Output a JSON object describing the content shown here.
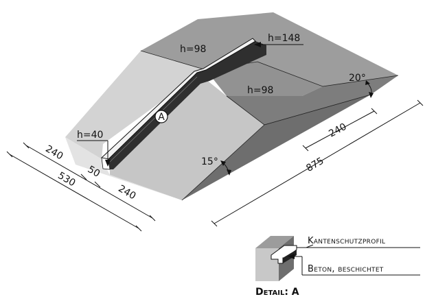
{
  "labels": {
    "h_top_left": "h=98",
    "h_top_right": "h=148",
    "h_mid": "h=98",
    "h_start": "h=40",
    "detail_marker": "A",
    "angle_right": "20°",
    "angle_front": "15°",
    "dim_right_inner": "240",
    "dim_right_outer": "875",
    "dim_left_a": "240",
    "dim_left_b": "50",
    "dim_left_c": "240",
    "dim_left_total": "530"
  },
  "detail": {
    "profile_label": "Kantenschutzprofil",
    "concrete_label": "Beton, beschichtet",
    "caption": "Detail: A"
  },
  "colors": {
    "top_face": "#9a9a9a",
    "right_top_face": "#8e8e8e",
    "left_slope": "#d2d2d2",
    "front_slope": "#c4c4c4",
    "right_slope": "#7a7a7a",
    "profile": "#333333"
  }
}
